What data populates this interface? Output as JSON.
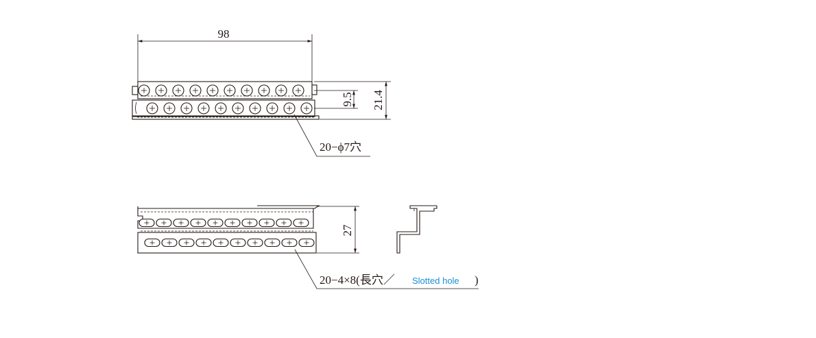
{
  "dimensions": {
    "width_label": "98",
    "height_inner_label": "9.5",
    "height_total_label": "21.4",
    "height_bottom_label": "27"
  },
  "callouts": {
    "round_holes": "20−ϕ7穴",
    "slot_prefix": "20−4×8(長穴／",
    "slot_english": "Slotted hole",
    "slot_suffix": ")"
  },
  "colors": {
    "line": "#231815",
    "english_text": "#1a8fd4"
  }
}
